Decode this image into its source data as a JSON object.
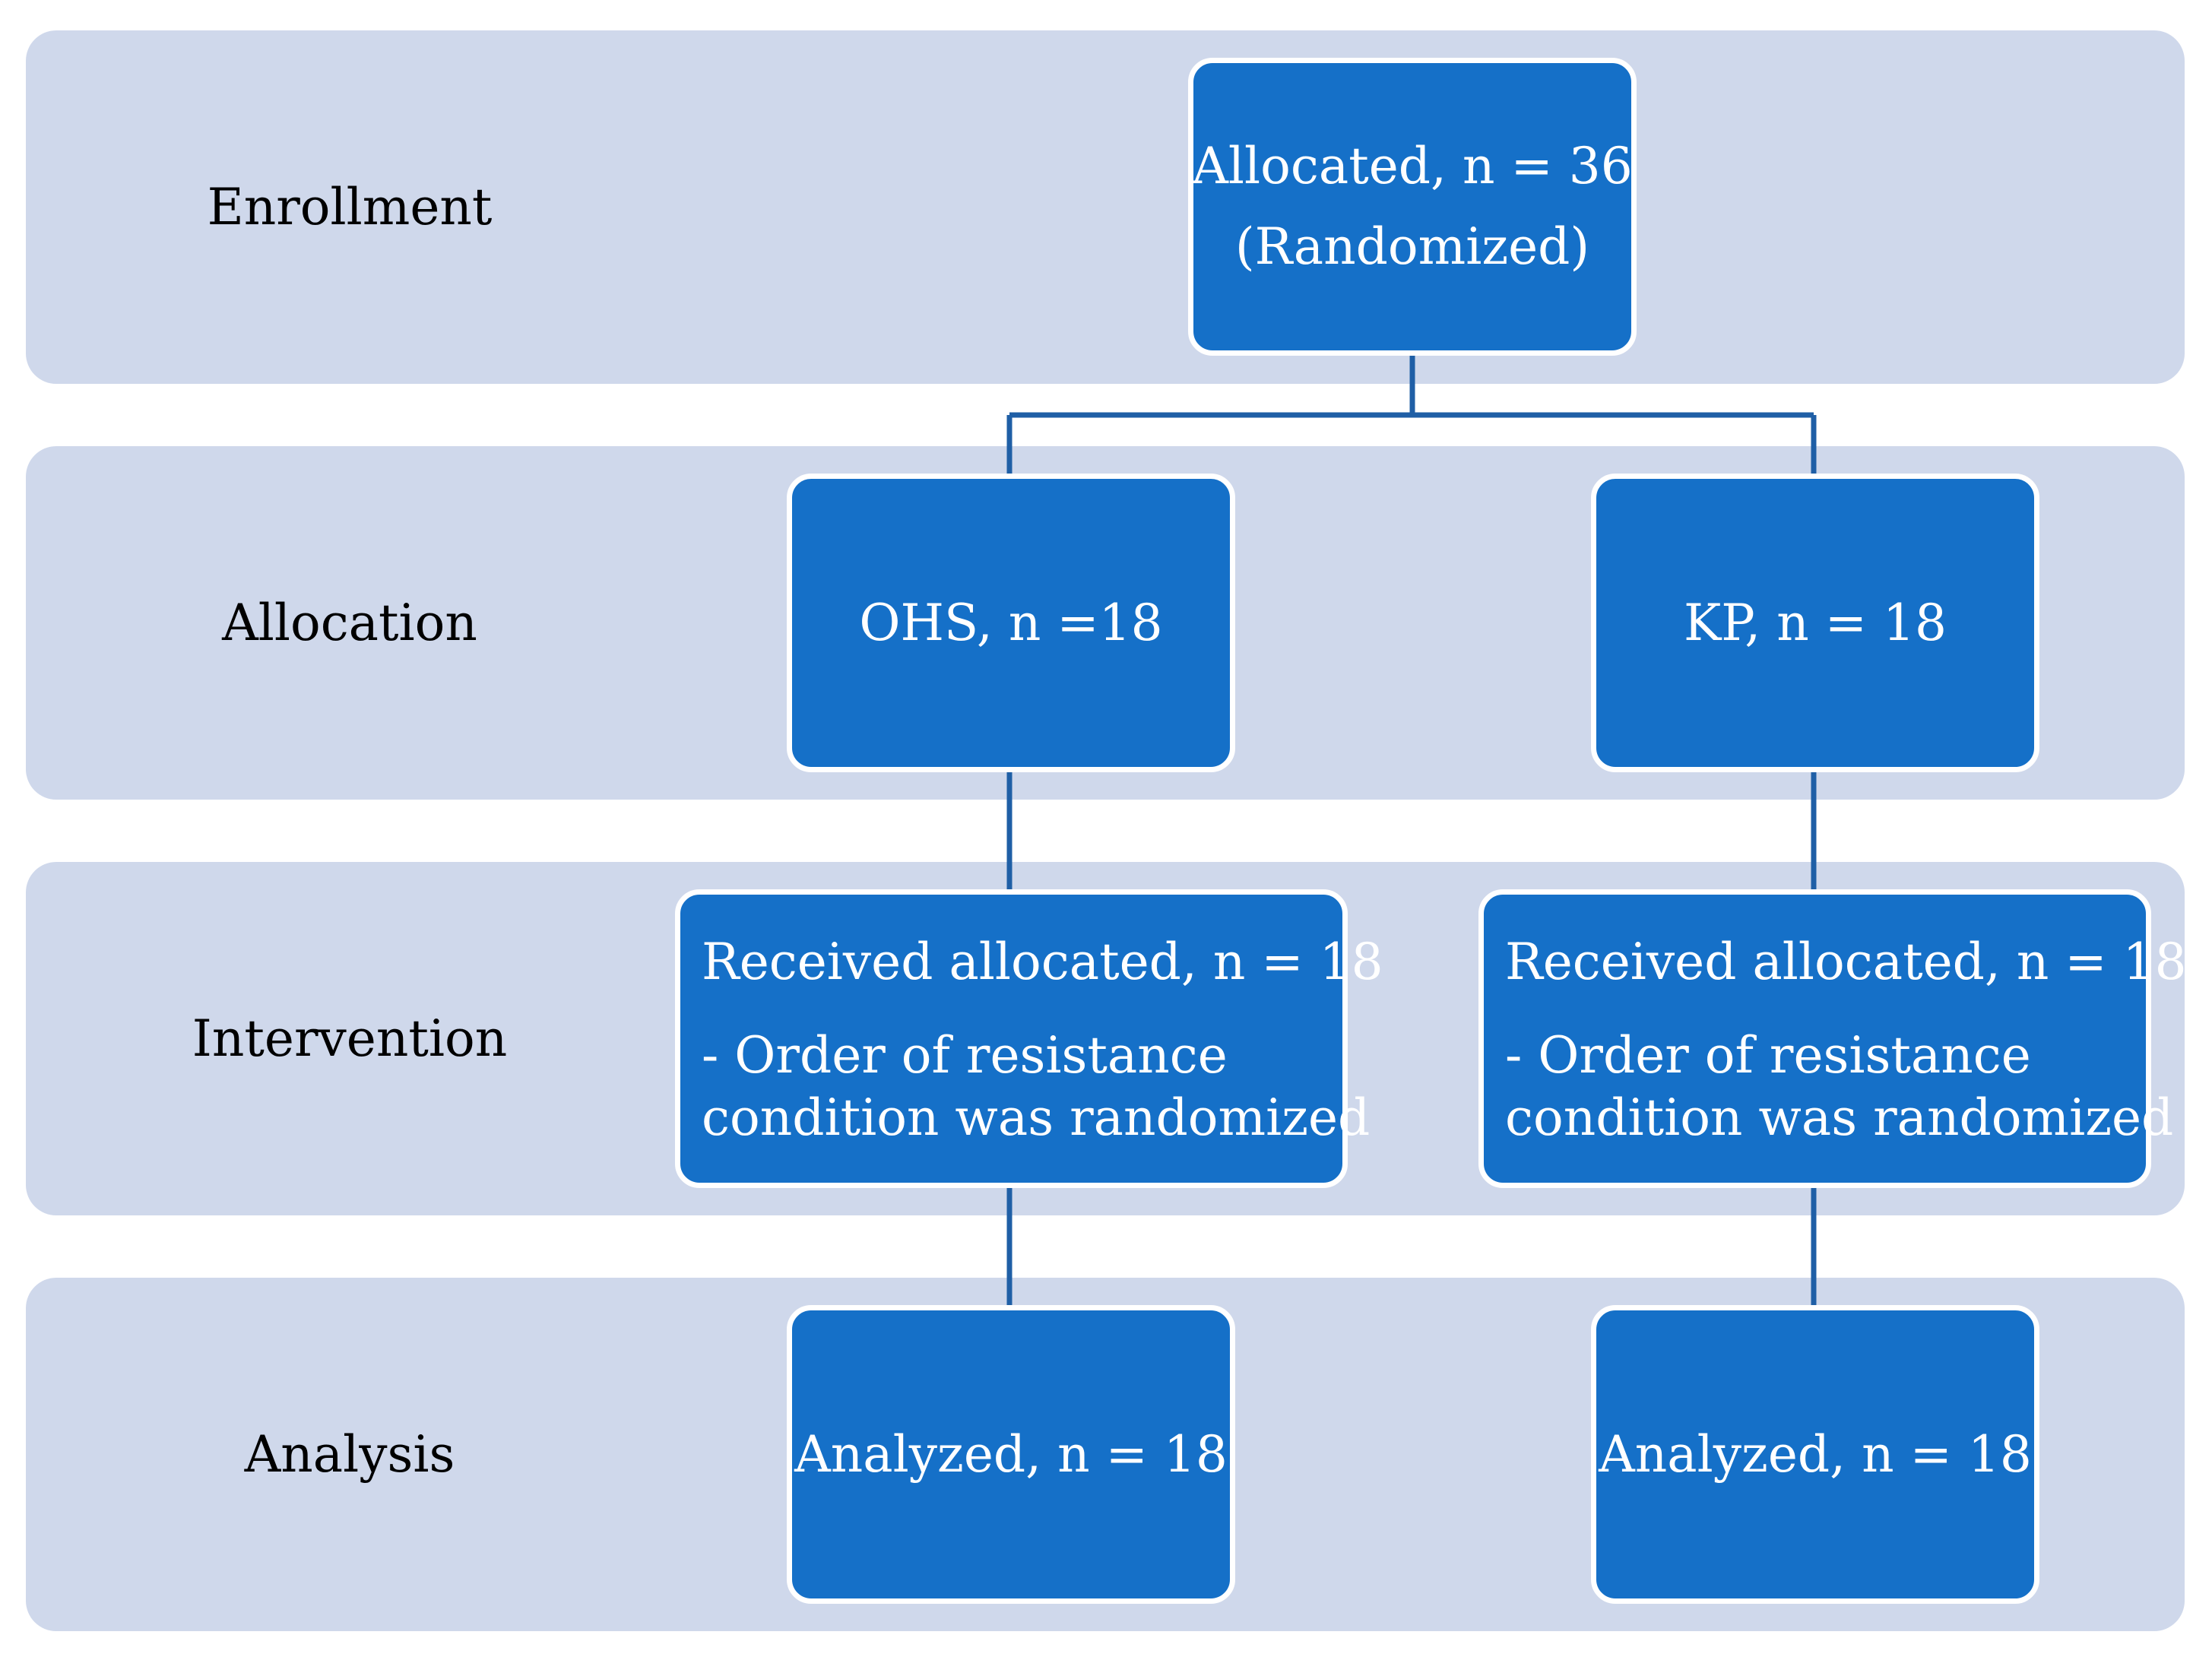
{
  "stages": {
    "enrollment": "Enrollment",
    "allocation": "Allocation",
    "intervention": "Intervention",
    "analysis": "Analysis"
  },
  "enrollment_box": {
    "line1": "Allocated, n = 36",
    "line2": "(Randomized)"
  },
  "allocation_boxes": {
    "left": "OHS, n =18",
    "right": "KP, n = 18"
  },
  "intervention_boxes": {
    "left": {
      "title": "Received allocated, n = 18",
      "note_line1": "- Order of resistance",
      "note_line2": "condition was randomized"
    },
    "right": {
      "title": "Received allocated, n = 18",
      "note_line1": "- Order of resistance",
      "note_line2": "condition was randomized"
    }
  },
  "analysis_boxes": {
    "left": "Analyzed, n = 18",
    "right": "Analyzed, n = 18"
  },
  "colors": {
    "band": "#cfd8eb",
    "box": "#1570c8",
    "box_border": "#ffffff",
    "connector": "#1f5fa6"
  }
}
